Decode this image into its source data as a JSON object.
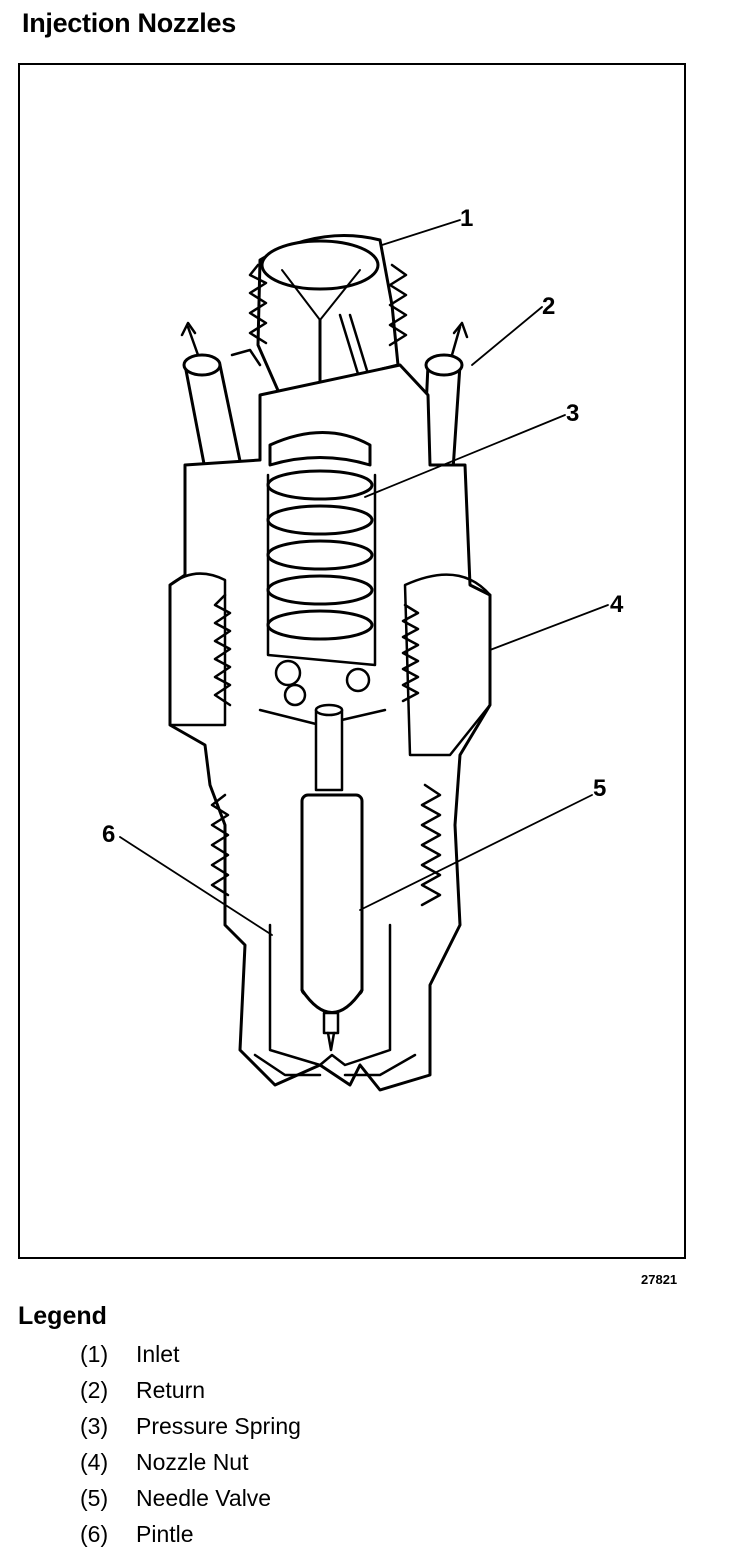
{
  "page_title": "Injection Nozzles",
  "figure_id": "27821",
  "callouts": [
    "1",
    "2",
    "3",
    "4",
    "5",
    "6"
  ],
  "legend": {
    "title": "Legend",
    "items": [
      {
        "num": "(1)",
        "label": "Inlet"
      },
      {
        "num": "(2)",
        "label": "Return"
      },
      {
        "num": "(3)",
        "label": "Pressure Spring"
      },
      {
        "num": "(4)",
        "label": "Nozzle Nut"
      },
      {
        "num": "(5)",
        "label": "Needle Valve"
      },
      {
        "num": "(6)",
        "label": "Pintle"
      }
    ]
  }
}
